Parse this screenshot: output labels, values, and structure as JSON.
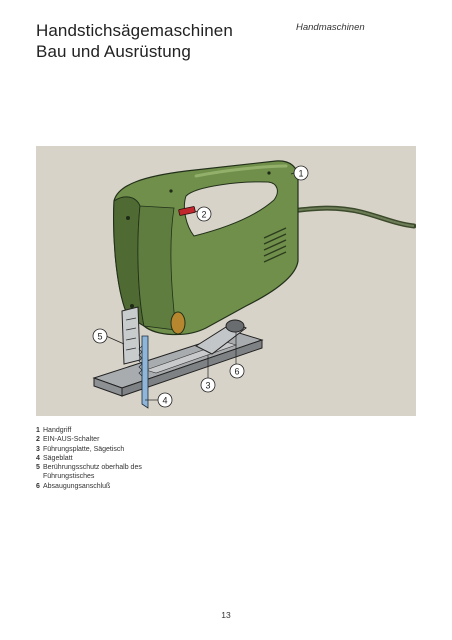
{
  "header": {
    "title_line1": "Handstichsägemaschinen",
    "title_line2": "Bau und Ausrüstung",
    "category": "Handmaschinen"
  },
  "figure": {
    "callouts": [
      "1",
      "2",
      "3",
      "4",
      "5",
      "6"
    ],
    "colors": {
      "background": "#d8d3c9",
      "housing": "#6f8f4a",
      "housing_dark": "#4f6a33",
      "switch": "#c0282d",
      "plate": "#b9bcbe",
      "blade": "#8fb5d8"
    }
  },
  "legend": [
    {
      "num": "1",
      "text": "Handgriff"
    },
    {
      "num": "2",
      "text": "EIN-AUS-Schalter"
    },
    {
      "num": "3",
      "text": "Führungsplatte, Sägetisch"
    },
    {
      "num": "4",
      "text": "Sägeblatt"
    },
    {
      "num": "5",
      "text": "Berührungsschutz oberhalb des Führungstisches"
    },
    {
      "num": "6",
      "text": "Absaugungsanschluß"
    }
  ],
  "footer": {
    "page_number": "13"
  }
}
